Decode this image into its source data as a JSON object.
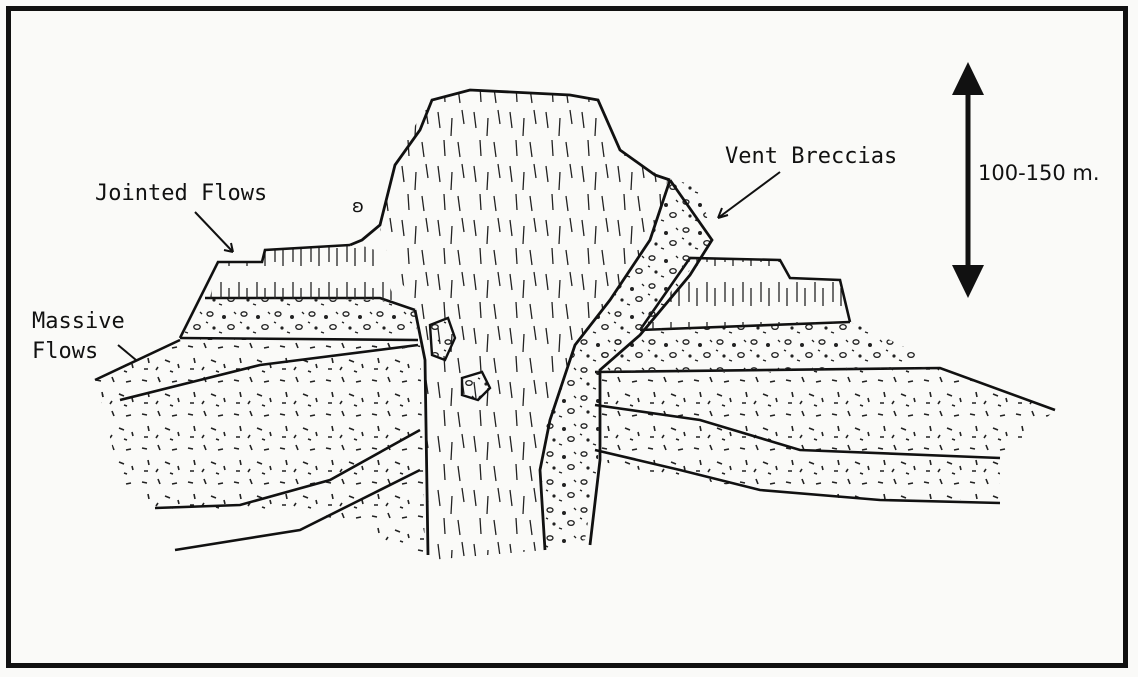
{
  "labels": {
    "jointed_flows": "Jointed Flows",
    "massive_flows_line1": "Massive",
    "massive_flows_line2": "Flows",
    "vent_breccias": "Vent Breccias",
    "scale": "100-150 m."
  },
  "colors": {
    "ink": "#111111",
    "paper": "#fafaf8"
  }
}
